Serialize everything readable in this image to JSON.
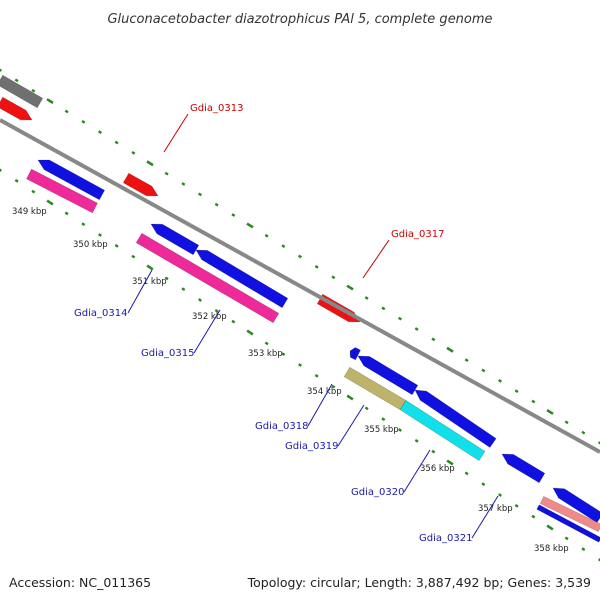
{
  "title": "Gluconacetobacter diazotrophicus PAl 5, complete genome",
  "footer": {
    "accession": "Accession: NC_011365",
    "topology": "Topology: circular; Length: 3,887,492 bp; Genes: 3,539"
  },
  "colors": {
    "backbone": "#888888",
    "tick_green": "#2a8a1e",
    "forward_label": "#cc0000",
    "reverse_label": "#1a1aaa",
    "gene_blue": "#1010e0",
    "gene_red": "#ee1111",
    "gene_magenta": "#ee2a9a",
    "gene_gray": "#707070",
    "gene_olive": "#bdb36a",
    "gene_cyan": "#11e0e8",
    "gene_salmon": "#f08a8a"
  },
  "kbp_labels": [
    "349 kbp",
    "350 kbp",
    "351 kbp",
    "352 kbp",
    "353 kbp",
    "354 kbp",
    "355 kbp",
    "356 kbp",
    "357 kbp",
    "358 kbp"
  ],
  "gene_labels": [
    {
      "name": "Gdia_0313",
      "strand": "forward"
    },
    {
      "name": "Gdia_0317",
      "strand": "forward"
    },
    {
      "name": "Gdia_0314",
      "strand": "reverse"
    },
    {
      "name": "Gdia_0315",
      "strand": "reverse"
    },
    {
      "name": "Gdia_0318",
      "strand": "reverse"
    },
    {
      "name": "Gdia_0319",
      "strand": "reverse"
    },
    {
      "name": "Gdia_0320",
      "strand": "reverse"
    },
    {
      "name": "Gdia_0321",
      "strand": "reverse"
    }
  ]
}
